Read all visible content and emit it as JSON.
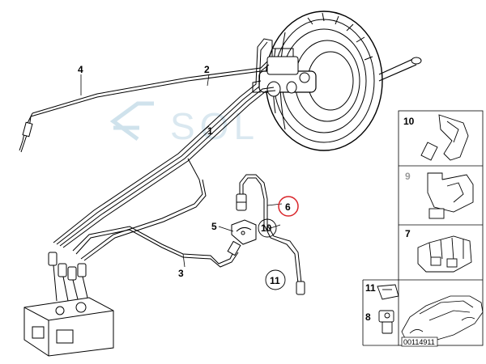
{
  "callouts": {
    "c1": "1",
    "c2": "2",
    "c3": "3",
    "c4": "4",
    "c5": "5",
    "c6": "6",
    "c10": "10",
    "c11": "11"
  },
  "side_panel": {
    "p10": "10",
    "p9": "9",
    "p7": "7",
    "p11": "11",
    "p8": "8"
  },
  "reference_number": "00114911",
  "watermark": "SOL",
  "colors": {
    "line": "#000000",
    "highlight_circle": "#d9252a",
    "watermark": "#bcd6e4",
    "grey_label": "#9a9a9a"
  }
}
